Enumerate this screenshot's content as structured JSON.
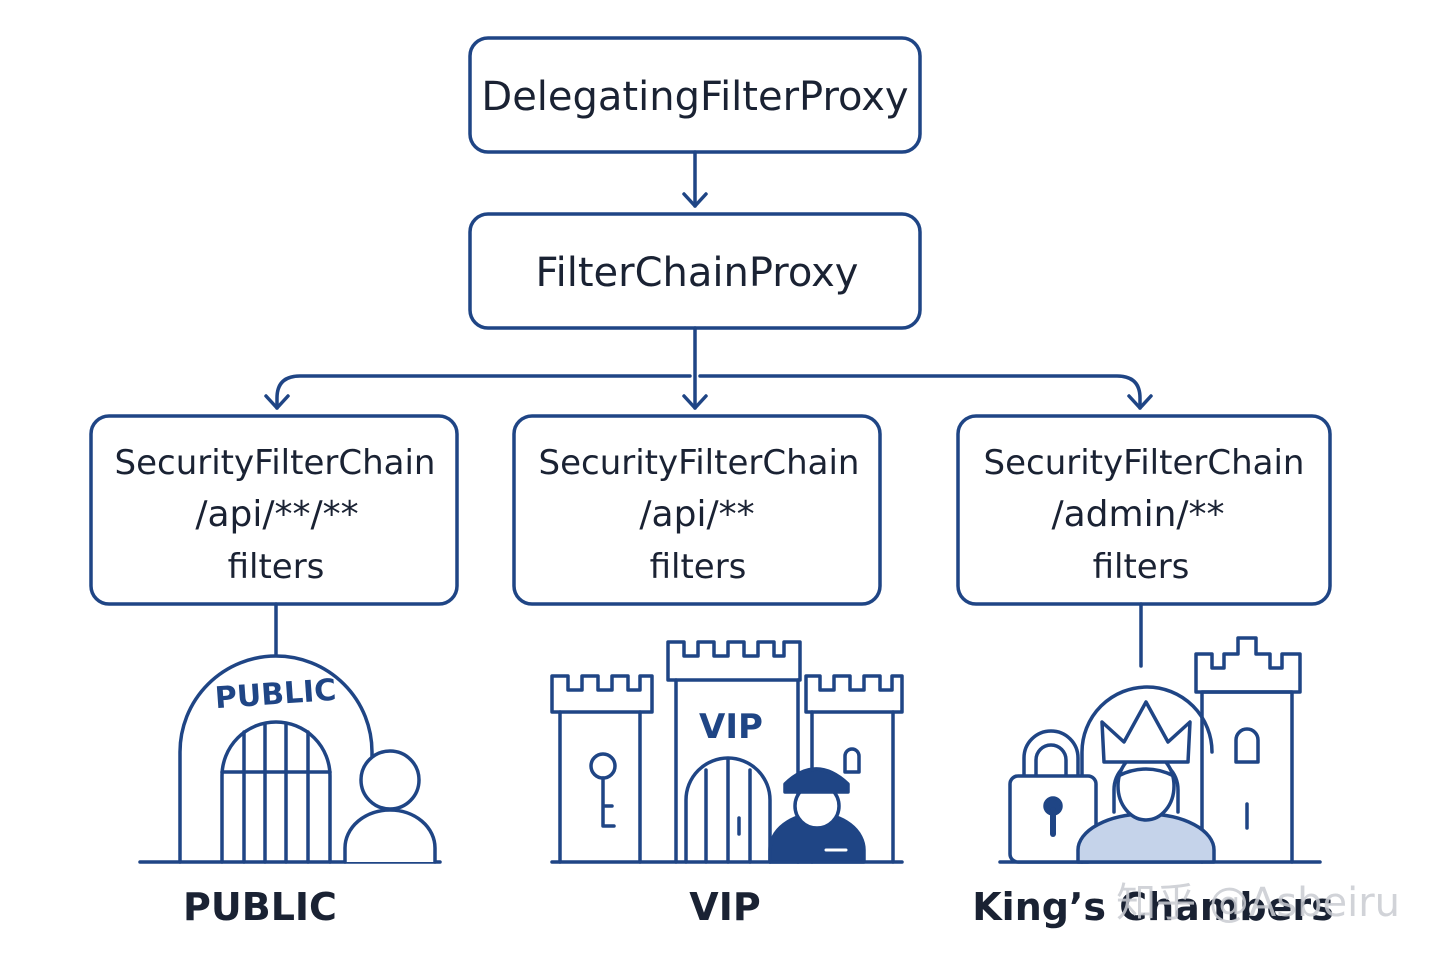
{
  "colors": {
    "stroke": "#1f4585",
    "text": "#1a2233",
    "fill_light": "#c5d3ea",
    "fill_dark": "#1f4585",
    "background": "#ffffff"
  },
  "top_box": {
    "label": "DelegatingFilterProxy"
  },
  "proxy_box": {
    "label": "FilterChainProxy"
  },
  "chains": [
    {
      "title": "SecurityFilterChain",
      "pattern": "/api/**/**",
      "filters_label": "filters",
      "sign_text": "PUBLIC",
      "caption": "PUBLIC",
      "icon": "gate-with-person-icon"
    },
    {
      "title": "SecurityFilterChain",
      "pattern": "/api/**",
      "filters_label": "filters",
      "sign_text": "VIP",
      "caption": "VIP",
      "icon": "castle-with-guard-icon"
    },
    {
      "title": "SecurityFilterChain",
      "pattern": "/admin/**",
      "filters_label": "filters",
      "sign_text": "",
      "caption": "King’s Chambers",
      "icon": "king-with-lock-and-tower-icon"
    }
  ],
  "watermark": "知乎 @Asbeiru"
}
